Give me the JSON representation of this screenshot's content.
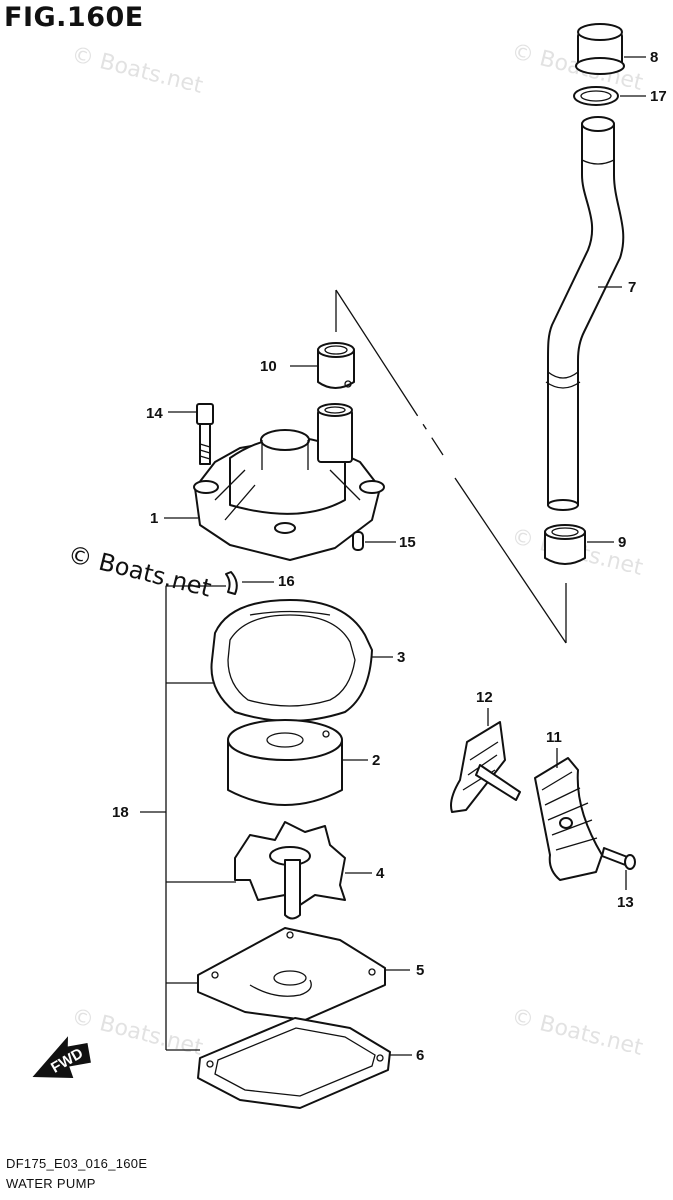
{
  "figure": {
    "title": "FIG.160E",
    "drawing_code": "DF175_E03_016_160E",
    "drawing_name": "WATER PUMP"
  },
  "watermark": {
    "text": "© Boats.net"
  },
  "direction_badge": {
    "label": "FWD"
  },
  "callouts": {
    "c1": "1",
    "c2": "2",
    "c3": "3",
    "c4": "4",
    "c5": "5",
    "c6": "6",
    "c7": "7",
    "c8": "8",
    "c9": "9",
    "c10": "10",
    "c11": "11",
    "c12": "12",
    "c13": "13",
    "c14": "14",
    "c15": "15",
    "c16": "16",
    "c17": "17",
    "c18": "18"
  }
}
